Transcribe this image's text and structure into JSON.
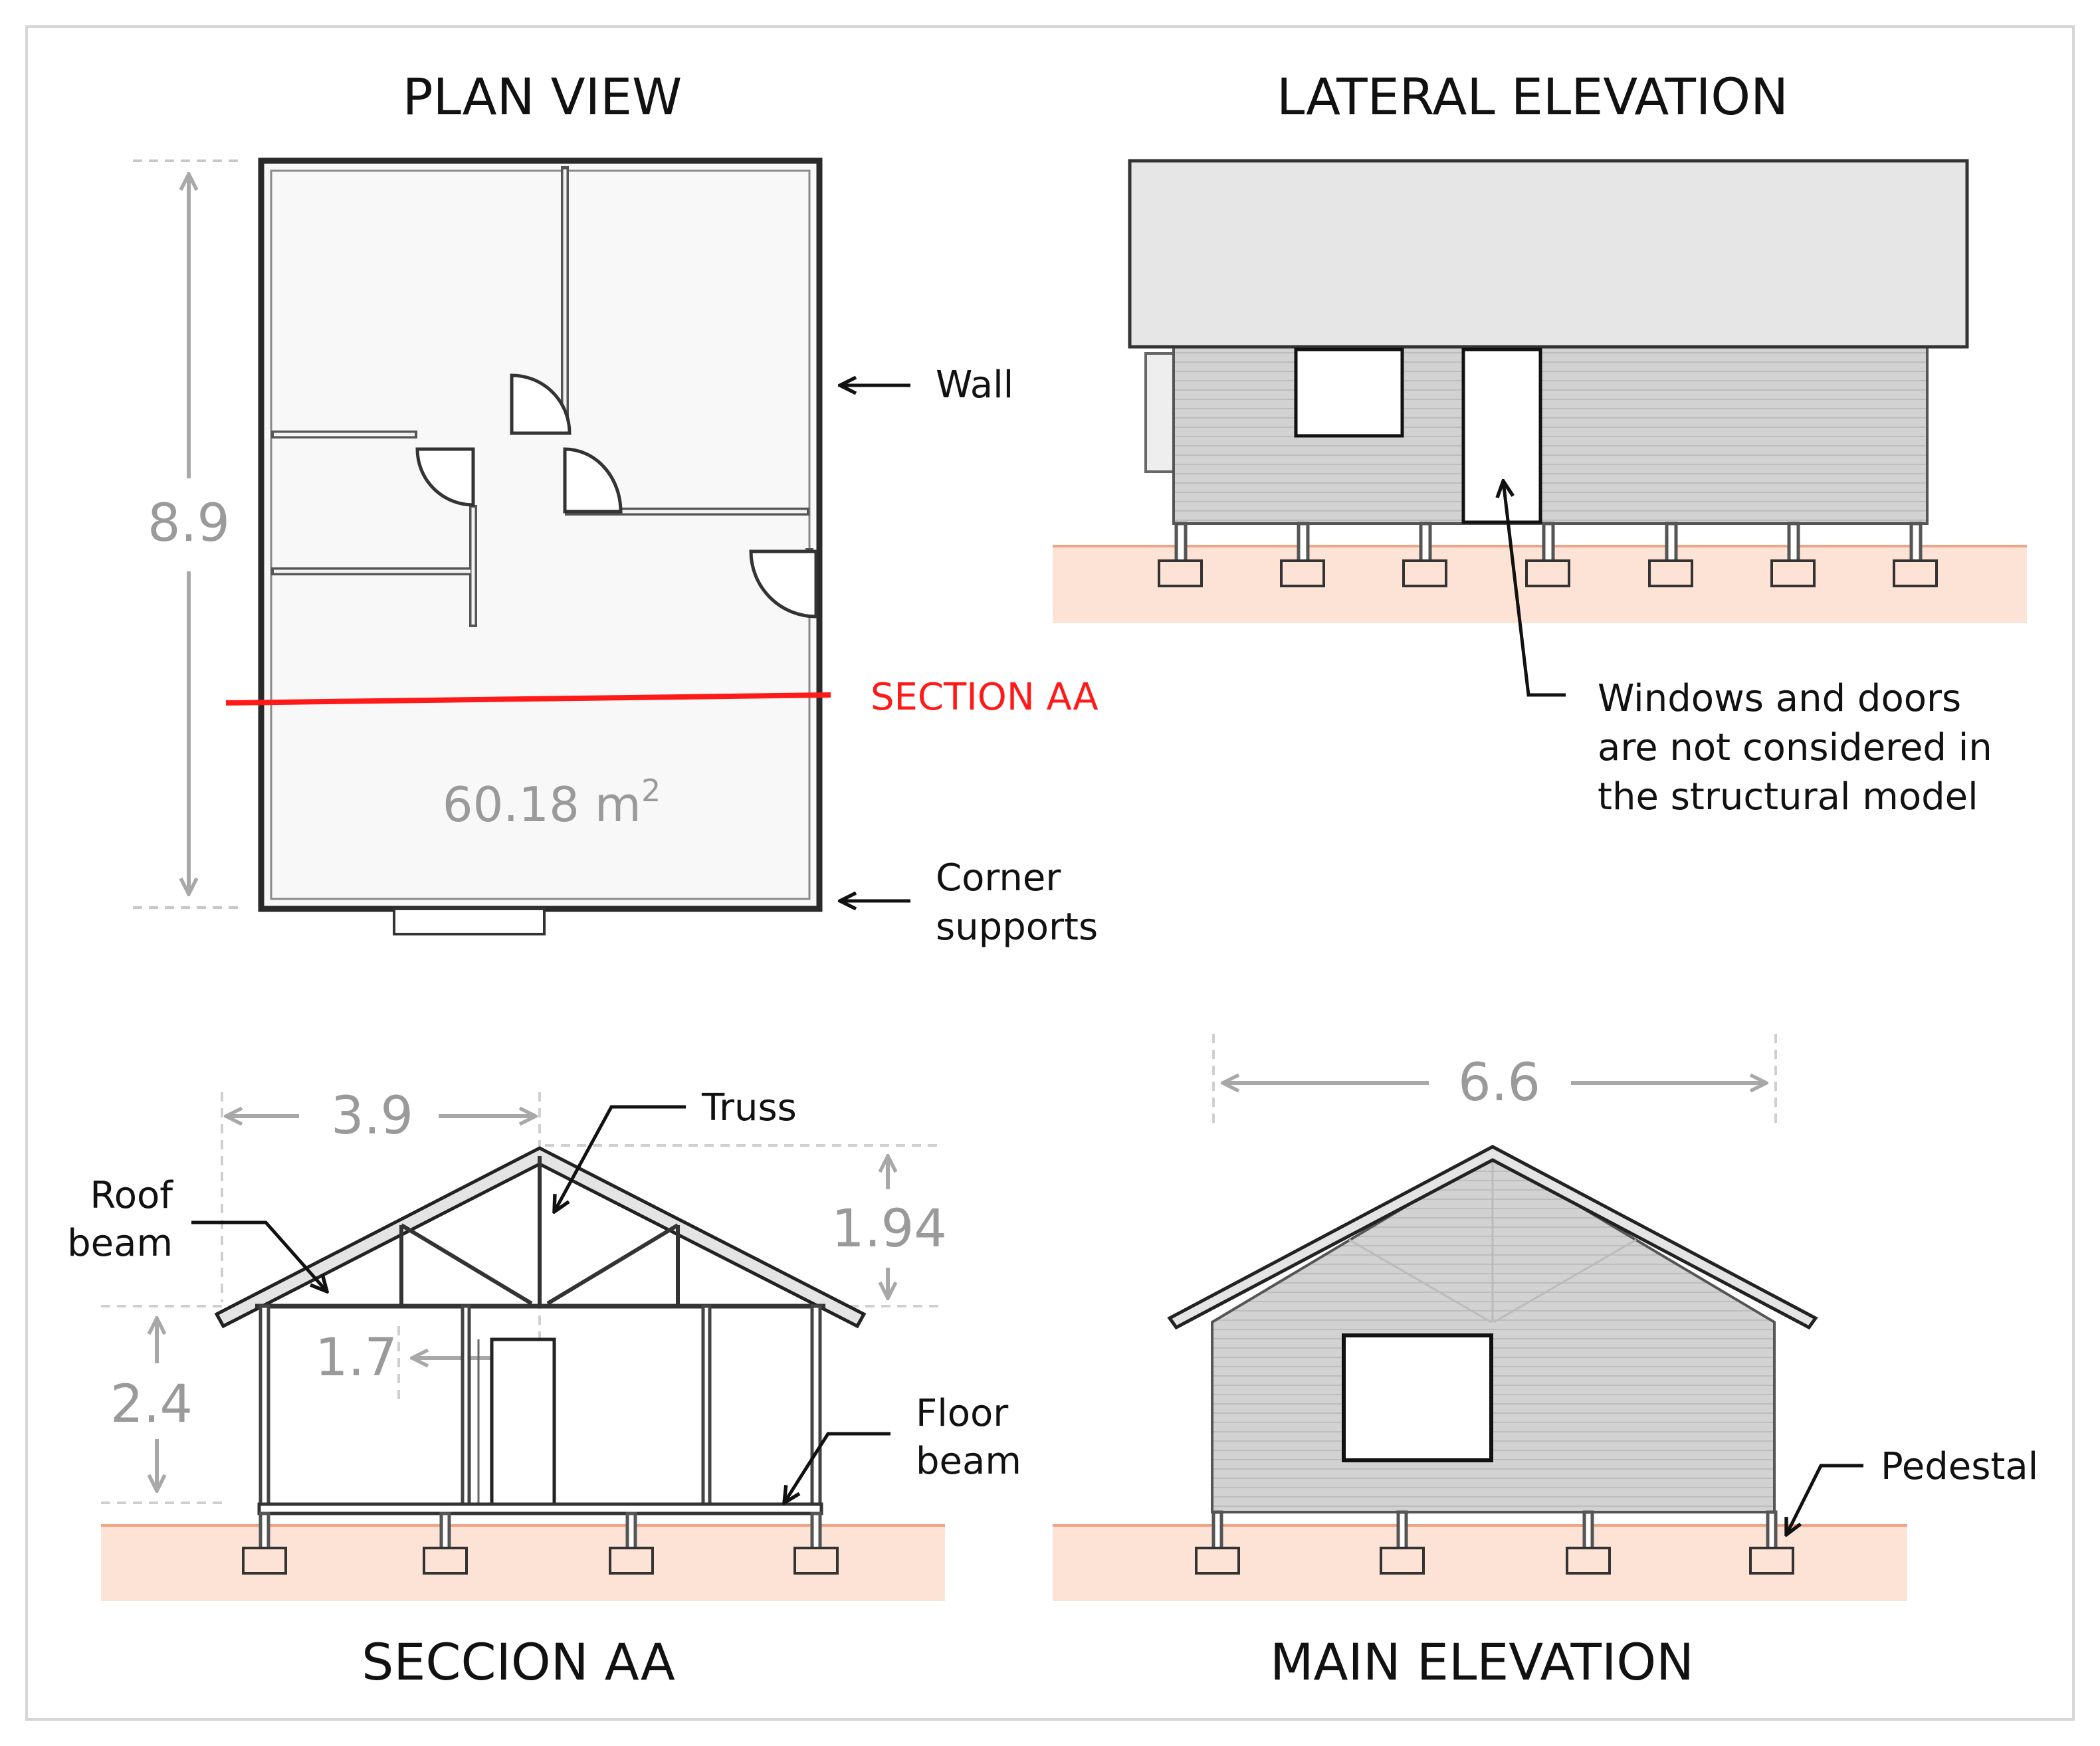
{
  "titles": {
    "plan_view": "PLAN VIEW",
    "lateral_elevation": "LATERAL ELEVATION",
    "section_aa": "SECCION AA",
    "main_elevation": "MAIN ELEVATION"
  },
  "plan": {
    "height_dim": "8.9",
    "area_value": "60.18 m",
    "area_exponent": "2",
    "section_label": "SECTION AA",
    "wall_label": "Wall",
    "corner_label_line1": "Corner",
    "corner_label_line2": "supports"
  },
  "lateral": {
    "note_line1": "Windows and doors",
    "note_line2": "are not considered in",
    "note_line3": "the structural model"
  },
  "section": {
    "width_dim": "3.9",
    "truss_height_dim": "1.94",
    "wall_height_dim": "2.4",
    "door_offset_dim": "1.7",
    "truss_label": "Truss",
    "roof_beam_line1": "Roof",
    "roof_beam_line2": "beam",
    "floor_beam_line1": "Floor",
    "floor_beam_line2": "beam"
  },
  "main": {
    "width_dim": "6.6",
    "pedestal_label": "Pedestal"
  },
  "colors": {
    "ground": "#fde3d6",
    "ground_line": "#f0a484",
    "section_line": "#ff1a1a",
    "dimension": "#a8a8a8",
    "roof_fill": "#e6e6e6",
    "siding_fill": "#d2d2d2",
    "plan_floor": "#f8f8f8"
  }
}
